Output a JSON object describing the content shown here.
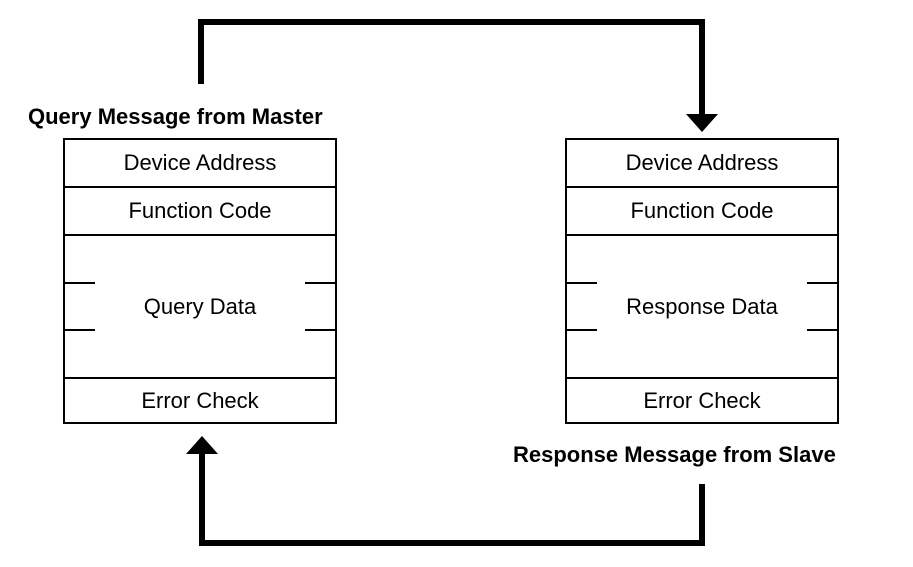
{
  "query": {
    "heading": "Query Message from Master",
    "fields": [
      "Device Address",
      "Function Code",
      "Query Data",
      "Error Check"
    ]
  },
  "response": {
    "heading": "Response Message from Slave",
    "fields": [
      "Device Address",
      "Function Code",
      "Response Data",
      "Error Check"
    ]
  }
}
